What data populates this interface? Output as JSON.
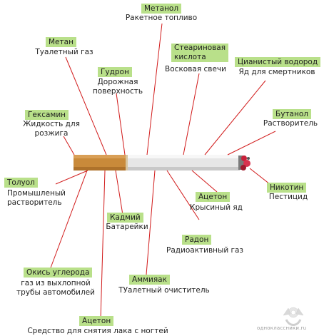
{
  "labels": [
    {
      "id": "metanol",
      "name": "Метанол",
      "desc": [
        "Ракетное топливо"
      ]
    },
    {
      "id": "metan",
      "name": "Метан",
      "desc": [
        "Туалетный газ"
      ]
    },
    {
      "id": "stearin",
      "name": "Стеариновая\nкислота",
      "desc": [
        "Восковая свечи"
      ]
    },
    {
      "id": "cyanide",
      "name": "Цианистый водород",
      "desc": [
        "Яд для смертников"
      ]
    },
    {
      "id": "gudron",
      "name": "Гудрон",
      "desc": [
        "Дорожная",
        "поверхность"
      ]
    },
    {
      "id": "geksamin",
      "name": "Гексамин",
      "desc": [
        "Жидкость для",
        "розжига"
      ]
    },
    {
      "id": "butanol",
      "name": "Бутанол",
      "desc": [
        "Растворитель"
      ]
    },
    {
      "id": "toluol",
      "name": "Толуол",
      "desc": [
        "Промышленый",
        "растворитель"
      ]
    },
    {
      "id": "nikotin",
      "name": "Никотин",
      "desc": [
        "Пестицид"
      ]
    },
    {
      "id": "aceton1",
      "name": "Ацетон",
      "desc": [
        "Крысиный яд"
      ]
    },
    {
      "id": "kadmiy",
      "name": "Кадмий",
      "desc": [
        "Батарейки"
      ]
    },
    {
      "id": "radon",
      "name": "Радон",
      "desc": [
        "Радиоактивный газ"
      ]
    },
    {
      "id": "co",
      "name": "Окись углерода",
      "desc": [
        "газ из выхлопной",
        "трубы автомобилей"
      ]
    },
    {
      "id": "ammiak",
      "name": "Аммияак",
      "desc": [
        "ТУалетный очиститель"
      ]
    },
    {
      "id": "aceton2",
      "name": "Ацетон",
      "desc": [
        "Средство для снятия лака с ногтей"
      ]
    }
  ],
  "watermark": {
    "text": "одноклассники.ru"
  },
  "colors": {
    "tag_bg": "#b9e08a",
    "line": "#d11a1a",
    "filter": "#c98a3a",
    "paper": "#e6e6e6",
    "ember": "#c8213a"
  }
}
